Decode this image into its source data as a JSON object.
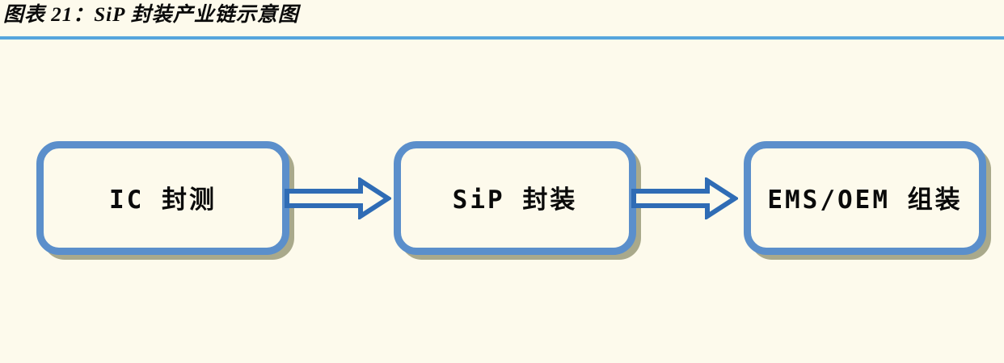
{
  "header": {
    "title": "图表 21：SiP 封装产业链示意图",
    "rule_color": "#55a5dd"
  },
  "colors": {
    "page_background": "#fdfaec",
    "node_border": "#5b8fcb",
    "node_fill": "#fdfaec",
    "node_shadow": "#a9a98b",
    "arrow_stroke": "#2f6cb5",
    "arrow_fill": "#fdfaec",
    "text": "#0a0a0a"
  },
  "diagram": {
    "type": "flow-chain",
    "nodes": [
      {
        "id": "ic-test",
        "label": "IC 封测"
      },
      {
        "id": "sip-package",
        "label": "SiP 封装"
      },
      {
        "id": "ems-oem-assembly",
        "label": "EMS/OEM 组装"
      }
    ],
    "connectors": [
      {
        "id": "arrow-ic-to-sip",
        "icon": "right-block-arrow-icon",
        "from": "ic-test",
        "to": "sip-package"
      },
      {
        "id": "arrow-sip-to-ems",
        "icon": "right-block-arrow-icon",
        "from": "sip-package",
        "to": "ems-oem-assembly"
      }
    ]
  }
}
